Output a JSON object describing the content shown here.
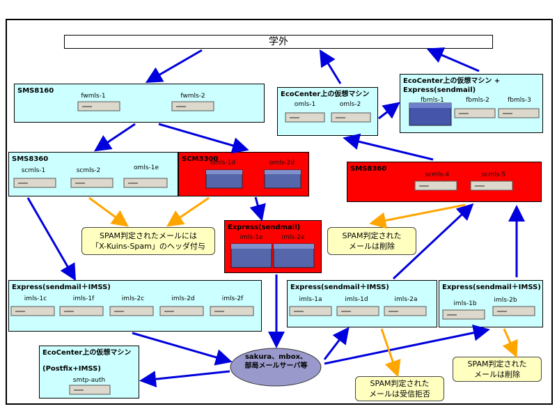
{
  "banner": "学外",
  "hub": {
    "line1": "sakura、mbox、",
    "line2": "部局メールサーバ等"
  },
  "boxes": {
    "sms8160": {
      "title": "SMS8160",
      "hosts": [
        "fwmls-1",
        "fwmls-2"
      ]
    },
    "eco_top": {
      "title": "EcoCenter上の仮想マシン",
      "hosts": [
        "omls-1",
        "omls-2"
      ]
    },
    "eco_express": {
      "title1": "EcoCenter上の仮想マシン +",
      "title2": "Express(sendmail)",
      "hosts": [
        "fbmls-1",
        "fbmls-2",
        "fbmls-3"
      ]
    },
    "sms8360_left": {
      "title": "SMS8360",
      "hosts": [
        "scmls-1",
        "scmls-2",
        "omls-1e"
      ]
    },
    "scm3300": {
      "title": "SCM3300",
      "hosts": [
        "omls-1d",
        "omls-2d"
      ]
    },
    "sms8360_right": {
      "title": "SMS8360",
      "hosts": [
        "scmls-4",
        "scmls-5"
      ]
    },
    "express_red": {
      "title": "Express(sendmail)",
      "hosts": [
        "imls-1e",
        "imls-2e"
      ]
    },
    "express_imss_left": {
      "title": "Express(sendmail＋IMSS)",
      "hosts": [
        "imls-1c",
        "imls-1f",
        "imls-2c",
        "imls-2d",
        "imls-2f"
      ]
    },
    "express_imss_mid": {
      "title": "Express(sendmail＋IMSS)",
      "hosts": [
        "imls-1a",
        "imls-1d",
        "imls-2a"
      ]
    },
    "express_imss_right": {
      "title": "Express(sendmail＋IMSS)",
      "hosts": [
        "imls-1b",
        "imls-2b"
      ]
    },
    "eco_postfix": {
      "title1": "EcoCenter上の仮想マシン",
      "title2": "(Postfix+IMSS)",
      "hosts": [
        "smtp-auth"
      ]
    }
  },
  "callouts": {
    "spam_header": {
      "line1": "SPAM判定されたメールには",
      "line2": "「X-Kuins-Spam」のヘッダ付与"
    },
    "spam_delete_1": {
      "line1": "SPAM判定された",
      "line2": "メールは削除"
    },
    "spam_reject": {
      "line1": "SPAM判定された",
      "line2": "メールは受信拒否"
    },
    "spam_delete_2": {
      "line1": "SPAM判定された",
      "line2": "メールは削除"
    }
  },
  "colors": {
    "arrow_blue": "#0000dd",
    "arrow_orange": "#ffa500",
    "box_cyan": "#ccffff",
    "box_red": "#ff0000",
    "callout_yellow": "#ffffc0",
    "hub_fill": "#9999cc"
  }
}
